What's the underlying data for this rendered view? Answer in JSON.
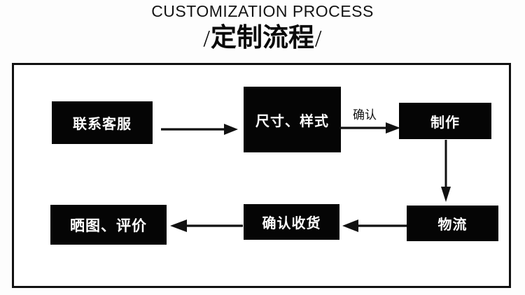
{
  "header": {
    "title_en": "CUSTOMIZATION PROCESS",
    "title_cn": "定制流程",
    "slash_left": "/",
    "slash_right": "/"
  },
  "flow": {
    "steps": [
      {
        "id": "contact",
        "label": "联系客服",
        "row": 1,
        "order": 1
      },
      {
        "id": "spec",
        "label": "尺寸、样式",
        "row": 1,
        "order": 2
      },
      {
        "id": "make",
        "label": "制作",
        "row": 1,
        "order": 3
      },
      {
        "id": "logistics",
        "label": "物流",
        "row": 2,
        "order": 4
      },
      {
        "id": "receive",
        "label": "确认收货",
        "row": 2,
        "order": 5
      },
      {
        "id": "review",
        "label": "晒图、评价",
        "row": 2,
        "order": 6
      }
    ],
    "arrows": [
      {
        "id": "contact-to-spec",
        "direction": "right",
        "label": ""
      },
      {
        "id": "spec-to-make",
        "direction": "right",
        "label": "确认"
      },
      {
        "id": "make-to-logistics",
        "direction": "down",
        "label": ""
      },
      {
        "id": "logistics-to-receive",
        "direction": "left",
        "label": ""
      },
      {
        "id": "receive-to-review",
        "direction": "left",
        "label": ""
      }
    ]
  },
  "colors": {
    "background": "#fdfdfd",
    "box_fill": "#050505",
    "box_text": "#ffffff",
    "frame_border": "#111111",
    "arrow": "#111111",
    "title_text": "#0a0a0a"
  }
}
